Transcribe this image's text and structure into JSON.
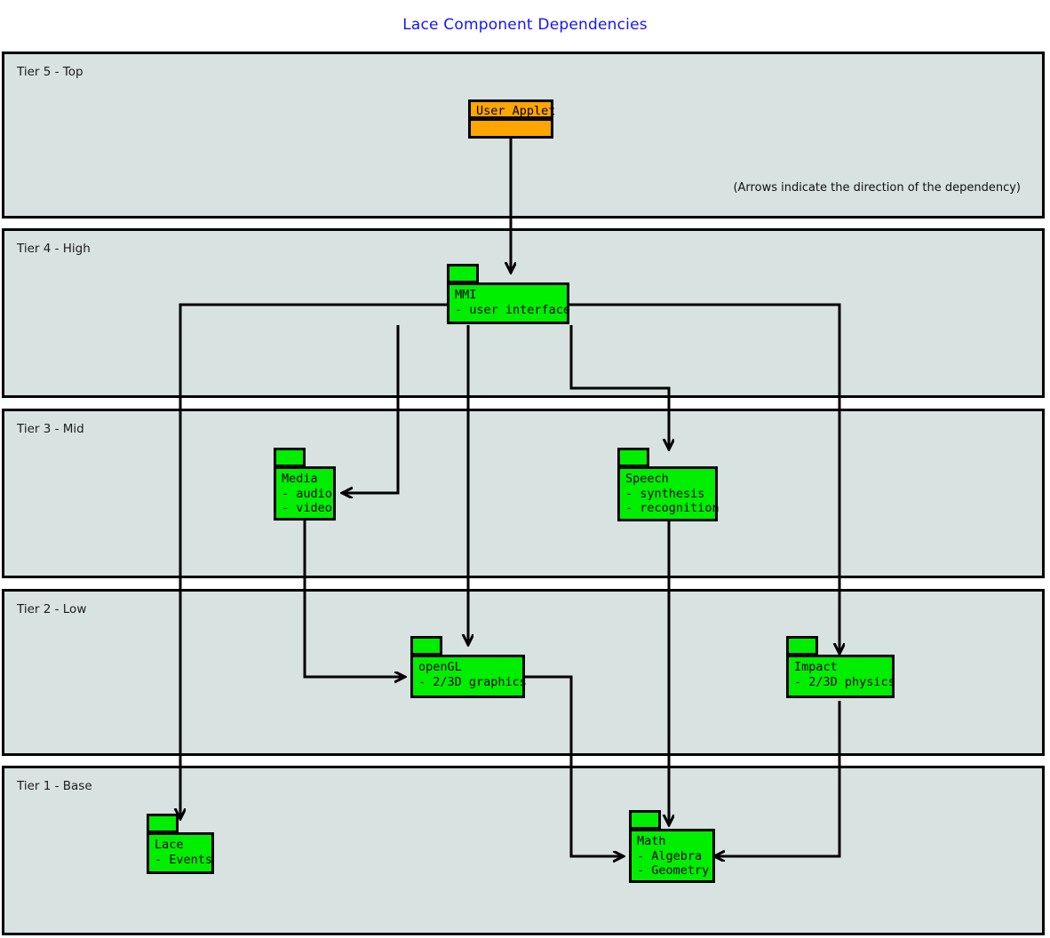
{
  "title": "Lace Component Dependencies",
  "note": "(Arrows indicate the direction of the dependency)",
  "colors": {
    "title": "#1414ff",
    "tier_background": "#d7e2e1",
    "package_green": "#00ee00",
    "package_orange": "#ffa500",
    "stroke": "#000000"
  },
  "tiers": [
    {
      "id": "tier5",
      "label": "Tier 5 - Top"
    },
    {
      "id": "tier4",
      "label": "Tier 4 - High"
    },
    {
      "id": "tier3",
      "label": "Tier 3 - Mid"
    },
    {
      "id": "tier2",
      "label": "Tier 2 - Low"
    },
    {
      "id": "tier1",
      "label": "Tier 1 - Base"
    }
  ],
  "packages": [
    {
      "id": "user-applet",
      "name": "User Applet",
      "detail": "",
      "tier": "tier5",
      "color": "#ffa500"
    },
    {
      "id": "mmi",
      "name": "MMI",
      "detail": "- user interface",
      "tier": "tier4",
      "color": "#00ee00"
    },
    {
      "id": "media",
      "name": "Media",
      "detail": "- audio\n- video",
      "tier": "tier3",
      "color": "#00ee00"
    },
    {
      "id": "speech",
      "name": "Speech",
      "detail": "- synthesis\n- recognition",
      "tier": "tier3",
      "color": "#00ee00"
    },
    {
      "id": "opengl",
      "name": "openGL",
      "detail": "- 2/3D graphics",
      "tier": "tier2",
      "color": "#00ee00"
    },
    {
      "id": "impact",
      "name": "Impact",
      "detail": "- 2/3D physics",
      "tier": "tier2",
      "color": "#00ee00"
    },
    {
      "id": "lace",
      "name": "Lace",
      "detail": "- Events",
      "tier": "tier1",
      "color": "#00ee00"
    },
    {
      "id": "math",
      "name": "Math",
      "detail": "- Algebra\n- Geometry",
      "tier": "tier1",
      "color": "#00ee00"
    }
  ],
  "dependencies": [
    {
      "from": "user-applet",
      "to": "mmi"
    },
    {
      "from": "mmi",
      "to": "lace"
    },
    {
      "from": "mmi",
      "to": "media"
    },
    {
      "from": "mmi",
      "to": "opengl"
    },
    {
      "from": "mmi",
      "to": "speech"
    },
    {
      "from": "mmi",
      "to": "impact"
    },
    {
      "from": "media",
      "to": "opengl"
    },
    {
      "from": "speech",
      "to": "math"
    },
    {
      "from": "opengl",
      "to": "math"
    },
    {
      "from": "impact",
      "to": "math"
    }
  ]
}
